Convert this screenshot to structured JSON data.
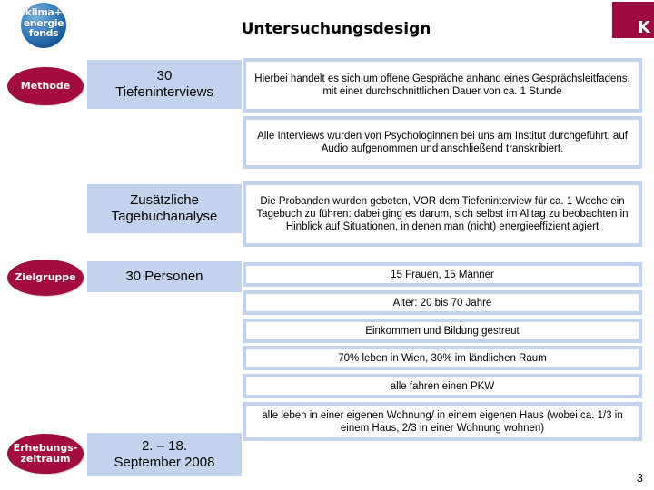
{
  "header": {
    "title": "Untersuchungsdesign",
    "logo_lines": [
      "klima+",
      "energie",
      "fonds"
    ],
    "logo_name": "klima-und-energiefonds-logo",
    "corner_letter": "K"
  },
  "footer": {
    "page_number": "3"
  },
  "categories": [
    {
      "key": "methode",
      "label": "Methode"
    },
    {
      "key": "zielgruppe",
      "label": "Zielgruppe"
    },
    {
      "key": "erhebungszeitraum",
      "label": "Erhebungs-\nzeitraum",
      "line1": "Erhebungs-",
      "line2": "zeitraum"
    }
  ],
  "left_boxes": [
    {
      "key": "tiefeninterviews",
      "line1": "30",
      "line2": "Tiefeninterviews"
    },
    {
      "key": "tagebuchanalyse",
      "line1": "Zusätzliche",
      "line2": "Tagebuchanalyse"
    },
    {
      "key": "personen",
      "line1": "30 Personen",
      "line2": ""
    },
    {
      "key": "zeitraum",
      "line1": "2. – 18.",
      "line2": "September 2008"
    }
  ],
  "detail_boxes": [
    {
      "key": "gespraeche",
      "text": "Hierbei handelt es sich um offene Gespräche anhand eines Gesprächsleitfadens, mit einer durchschnittlichen Dauer von ca. 1 Stunde"
    },
    {
      "key": "psychologinnen",
      "text": "Alle Interviews wurden von Psychologinnen bei uns am Institut durchgeführt, auf Audio aufgenommen und anschließend transkribiert."
    },
    {
      "key": "tagebuch",
      "text": "Die Probanden wurden gebeten, VOR dem Tiefeninterview für ca. 1 Woche ein Tagebuch zu führen: dabei ging es darum, sich selbst im Alltag zu beobachten in Hinblick auf Situationen, in denen man (nicht) energieeffizient agiert"
    },
    {
      "key": "geschlecht",
      "text": "15 Frauen, 15 Männer"
    },
    {
      "key": "alter",
      "text": "Alter: 20 bis 70 Jahre"
    },
    {
      "key": "einkommen-bildung",
      "text": "Einkommen und Bildung gestreut"
    },
    {
      "key": "wohnort",
      "text": "70% leben in Wien, 30% im ländlichen Raum"
    },
    {
      "key": "pkw",
      "text": "alle fahren einen PKW"
    },
    {
      "key": "wohnform",
      "text": "alle leben in einer eigenen Wohnung/ in einem eigenen Haus (wobei ca. 1/3 in einem Haus, 2/3 in einer Wohnung wohnen)"
    }
  ],
  "colors": {
    "accent_red": "#a30c3c",
    "light_blue": "#c3d3ed",
    "corner": "#9e0b42"
  }
}
